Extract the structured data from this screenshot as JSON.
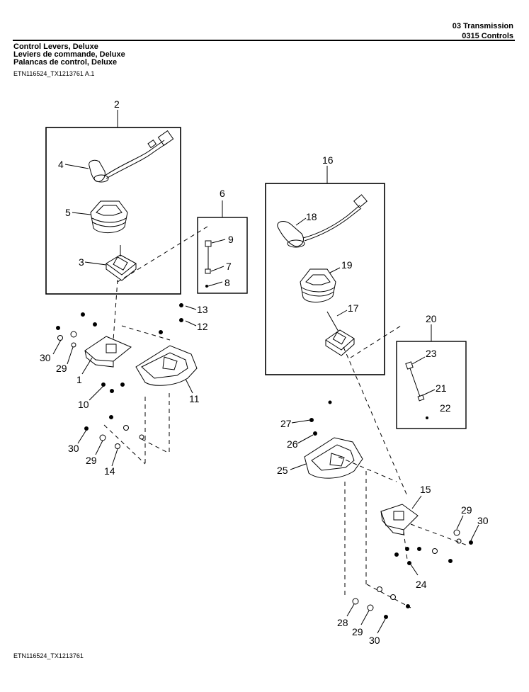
{
  "header": {
    "section": "03 Transmission",
    "subsection": "0315 Controls"
  },
  "titles": [
    "Control Levers, Deluxe",
    "Leviers de commande, Deluxe",
    "Palancas de control, Deluxe"
  ],
  "figure_ref_top": "ETN116524_TX1213761 A.1",
  "figure_ref_bottom": "ETN116524_TX1213761",
  "callouts": {
    "c2": "2",
    "c4": "4",
    "c5": "5",
    "c3": "3",
    "c6": "6",
    "c9": "9",
    "c7": "7",
    "c8": "8",
    "c13": "13",
    "c12": "12",
    "c30a": "30",
    "c29a": "29",
    "c1": "1",
    "c10": "10",
    "c11": "11",
    "c30b": "30",
    "c29b": "29",
    "c14": "14",
    "c16": "16",
    "c18": "18",
    "c19": "19",
    "c17": "17",
    "c20": "20",
    "c23": "23",
    "c21": "21",
    "c22": "22",
    "c27": "27",
    "c26": "26",
    "c25": "25",
    "c15": "15",
    "c29c": "29",
    "c30c": "30",
    "c24": "24",
    "c28": "28",
    "c29d": "29",
    "c30d": "30"
  }
}
